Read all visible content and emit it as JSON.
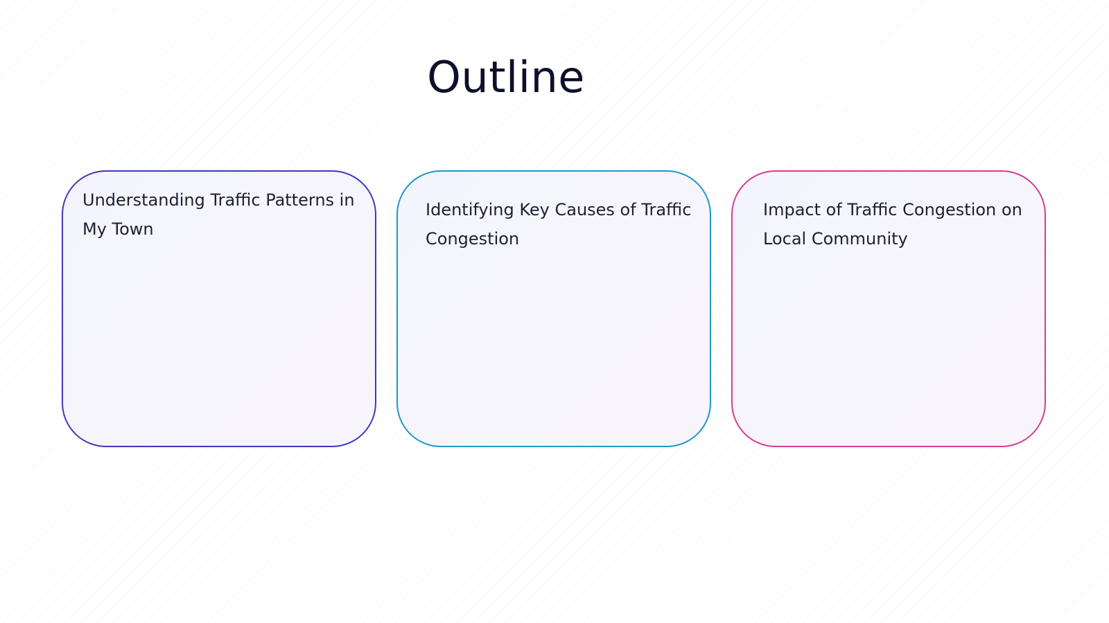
{
  "slide": {
    "title": "Outline",
    "cards": [
      {
        "label": "Understanding Traffic Patterns in My Town",
        "border_color": "#3d38b9"
      },
      {
        "label": "Identifying Key Causes of Traffic Congestion",
        "border_color": "#1c97c7"
      },
      {
        "label": "Impact of Traffic Congestion on Local Community",
        "border_color": "#d63a98"
      }
    ]
  }
}
